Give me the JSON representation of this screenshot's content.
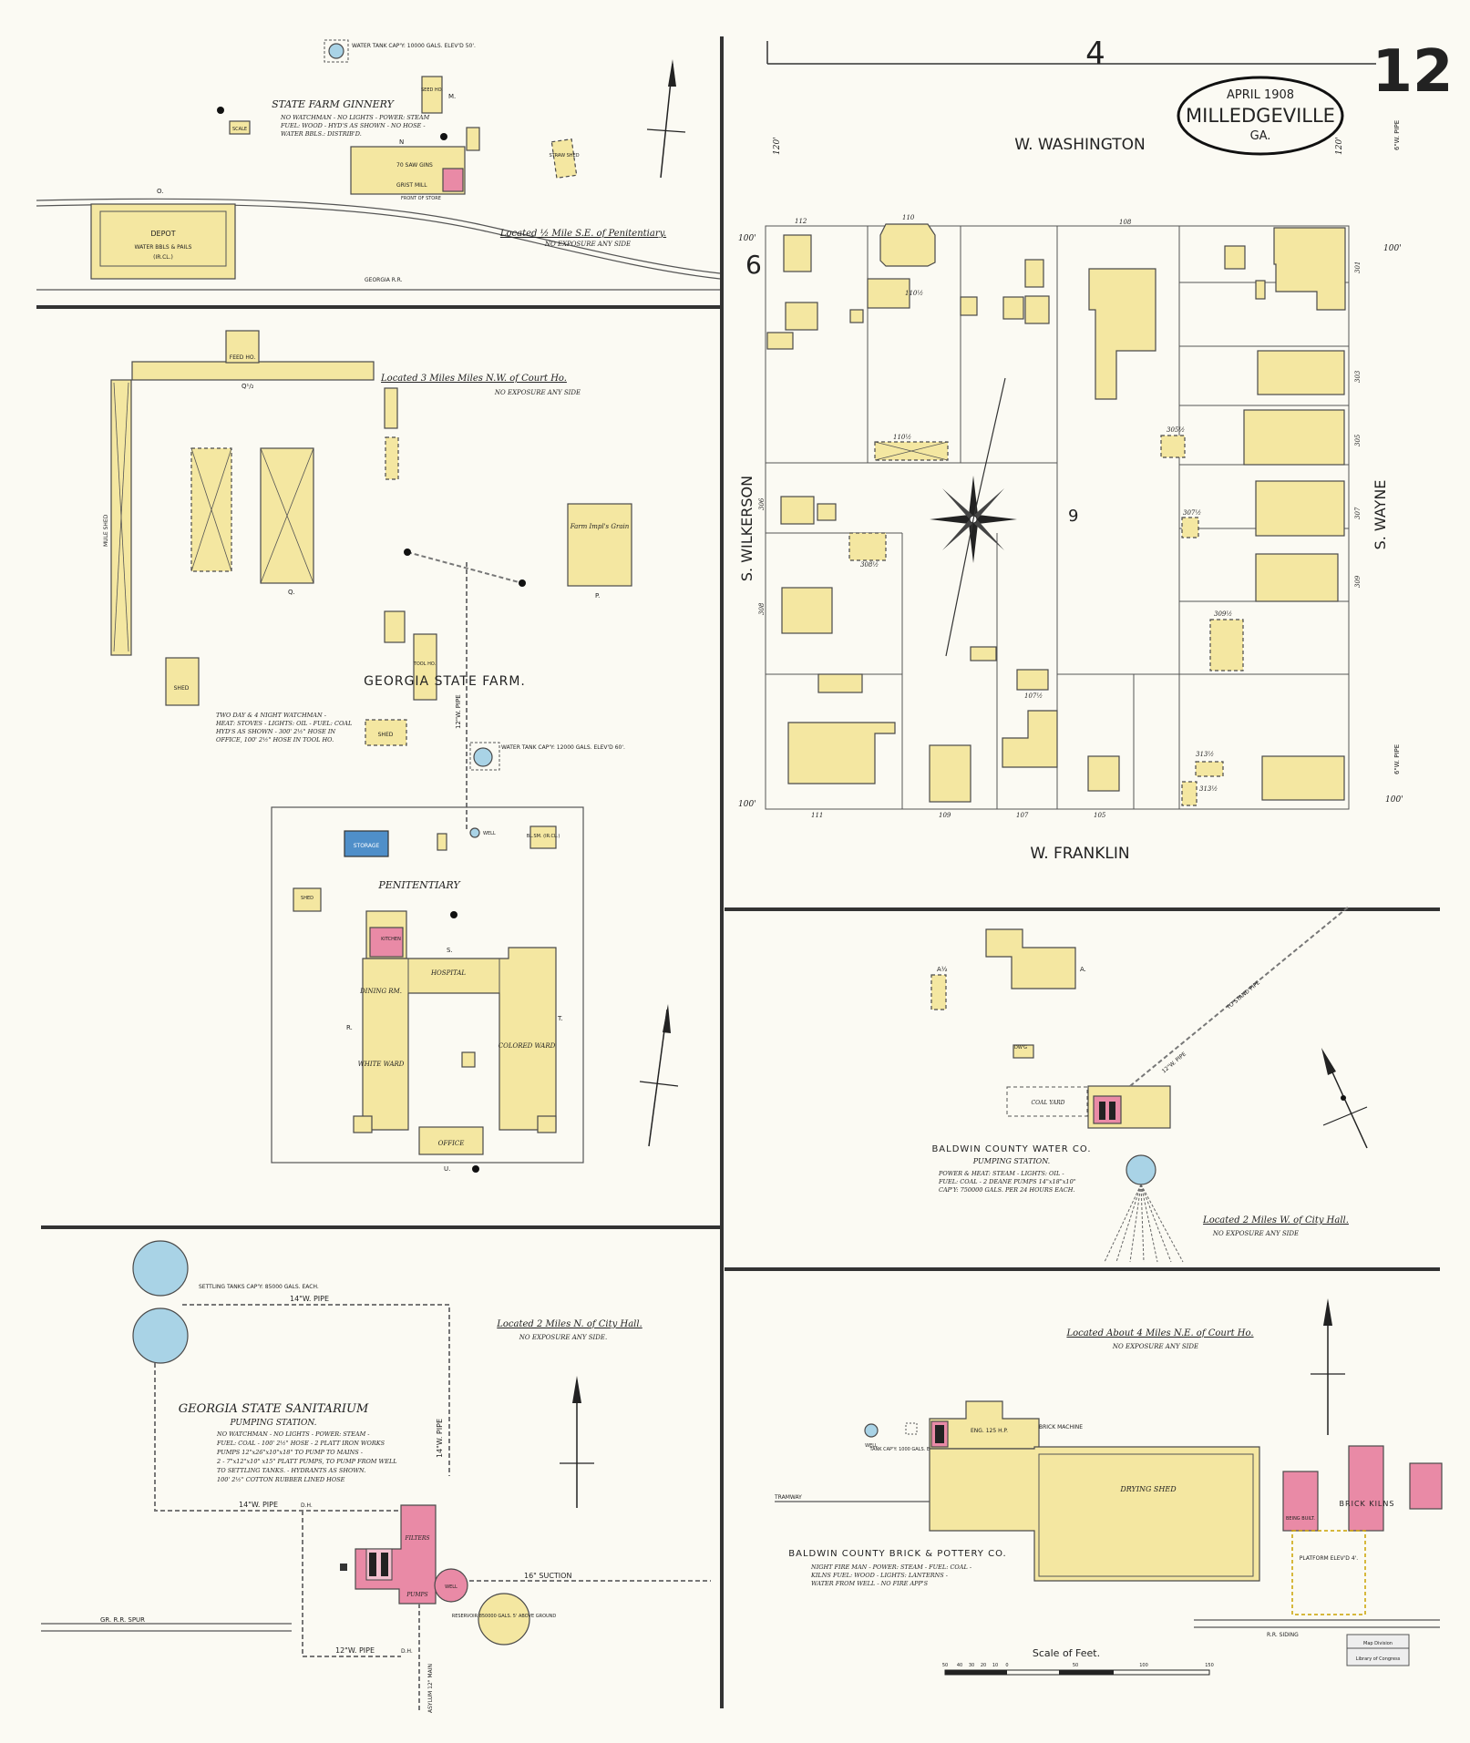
{
  "sheet": {
    "number": "12",
    "block_number": "4",
    "town": "MILLEDGEVILLE",
    "state": "GA.",
    "date": "APRIL 1908"
  },
  "streets": {
    "north": "W. WASHINGTON",
    "south": "W. FRANKLIN",
    "west": "S. WILKERSON",
    "east": "S. WAYNE",
    "width_label": "100'",
    "width_label_120": "120'",
    "block_6": "6",
    "block_9": "9",
    "pipe_6w": "6\"W. PIPE"
  },
  "house_numbers": [
    "112",
    "110",
    "110½",
    "110½",
    "108",
    "306",
    "308",
    "308½",
    "111",
    "109",
    "107",
    "107½",
    "105",
    "301",
    "303",
    "305",
    "305½",
    "307",
    "307½",
    "309",
    "309½",
    "313½",
    "313½"
  ],
  "ginnery": {
    "title": "STATE FARM GINNERY",
    "notes": [
      "NO WATCHMAN - NO LIGHTS - POWER: STEAM",
      "FUEL: WOOD - HYD'S AS SHOWN - NO HOSE -",
      "WATER BBLS.: DISTRIB'D."
    ],
    "tank": "WATER TANK CAP'Y: 10000 GALS. ELEV'D 50'.",
    "depot": "DEPOT",
    "depot_note": "WATER BBLS & PAILS",
    "depot_note2": "(IR.CL.)",
    "railroad": "GEORGIA R.R.",
    "location": "Located ½ Mile S.E. of Penitentiary.",
    "exposure": "NO EXPOSURE ANY SIDE",
    "labels": [
      "SCALE",
      "SEED HO.",
      "70 SAW GINS",
      "GRIST MILL",
      "FRONT OF STORE",
      "STRAW SHED",
      "O.",
      "N",
      "M."
    ]
  },
  "state_farm": {
    "title": "GEORGIA STATE FARM.",
    "location": "Located 3 Miles Miles N.W. of Court Ho.",
    "exposure": "NO EXPOSURE ANY SIDE",
    "notes": [
      "TWO DAY & 4 NIGHT WATCHMAN -",
      "HEAT: STOVES - LIGHTS: OIL - FUEL: COAL",
      "HYD'S AS SHOWN - 300' 2½\" HOSE IN",
      "OFFICE, 100' 2½\" HOSE IN TOOL HO."
    ],
    "labels": [
      "FEED HO.",
      "Q¹/₂",
      "MULE SHED",
      "Farm Impl's Grain",
      "TOOL HO.",
      "SHED",
      "SHED",
      "WATER TANK CAP'Y: 12000 GALS. ELEV'D 60'.",
      "12\"W. PIPE",
      "Q.",
      "P."
    ]
  },
  "penitentiary": {
    "title": "PENITENTIARY",
    "labels": [
      "STORAGE",
      "WELL",
      "BL.SM. (IR.CL.)",
      "SHED",
      "KITCHEN",
      "HOSPITAL",
      "DINING RM.",
      "WHITE WARD",
      "COLORED WARD",
      "OFFICE",
      "R.",
      "S.",
      "T.",
      "U."
    ]
  },
  "water_co": {
    "title": "BALDWIN COUNTY WATER CO.",
    "subtitle": "PUMPING STATION.",
    "notes": [
      "POWER & HEAT: STEAM - LIGHTS: OIL -",
      "FUEL: COAL - 2 DEANE PUMPS 14\"x18\"x10\"",
      "CAP'Y: 750000 GALS. PER 24 HOURS EACH."
    ],
    "location": "Located 2 Miles W. of City Hall.",
    "exposure": "NO EXPOSURE ANY SIDE",
    "labels": [
      "COAL YARD",
      "DW'G",
      "TO STAND PIPE",
      "12\"W. PIPE",
      "A.",
      "A½"
    ]
  },
  "sanitarium": {
    "title": "GEORGIA STATE SANITARIUM",
    "subtitle": "PUMPING STATION.",
    "notes": [
      "NO WATCHMAN - NO LIGHTS - POWER: STEAM -",
      "FUEL: COAL - 100' 2½\" HOSE - 2 PLATT IRON WORKS",
      "PUMPS 12\"x26\"x10\"x18\" TO PUMP TO MAINS -",
      "2 - 7\"x12\"x10\" x15\" PLATT PUMPS, TO PUMP FROM WELL",
      "TO SETTLING TANKS. - HYDRANTS AS SHOWN.",
      "100' 2½\" COTTON RUBBER LINED HOSE"
    ],
    "location": "Located 2 Miles N. of City Hall.",
    "exposure": "NO EXPOSURE ANY SIDE.",
    "tanks": "SETTLING TANKS CAP'Y: 85000 GALS. EACH.",
    "labels": [
      "14\"W. PIPE",
      "14\"W. PIPE",
      "14\"W. PIPE",
      "12\"W. PIPE",
      "16\" SUCTION",
      "FILTERS",
      "PUMPS",
      "WELL",
      "RESERVOIR 850000 GALS. 5' ABOVE GROUND",
      "GR. R.R. SPUR",
      "D.H.",
      "D.H.",
      "ASYLUM 12\" MAIN"
    ]
  },
  "brick": {
    "title": "BALDWIN COUNTY BRICK & POTTERY CO.",
    "notes": [
      "NIGHT FIRE MAN - POWER: STEAM - FUEL: COAL -",
      "KILNS FUEL: WOOD - LIGHTS: LANTERNS -",
      "WATER FROM WELL - NO FIRE APP'S"
    ],
    "location": "Located About 4 Miles N.E. of Court Ho.",
    "exposure": "NO EXPOSURE ANY SIDE",
    "labels": [
      "DRYING SHED",
      "BRICK MACHINE",
      "ENG. 125 H.P.",
      "WELL",
      "TANK CAP'Y: 1000 GALS. ELEV'D 18'.",
      "BRICK KILNS",
      "BEING BUILT.",
      "PLATFORM ELEV'D 4'.",
      "TRAMWAY",
      "R.R. SIDING"
    ]
  },
  "scale": {
    "title": "Scale of Feet.",
    "ticks": [
      "50",
      "40",
      "30",
      "20",
      "10",
      "0",
      "50",
      "100",
      "150"
    ]
  },
  "stamp": {
    "line1": "Map Division",
    "line2": "Library of Congress"
  },
  "colors": {
    "brick_frame": "#f4e7a1",
    "brick_brick": "#e98aa6",
    "stone": "#4f8fc9",
    "tank": "#a9d3e6"
  }
}
